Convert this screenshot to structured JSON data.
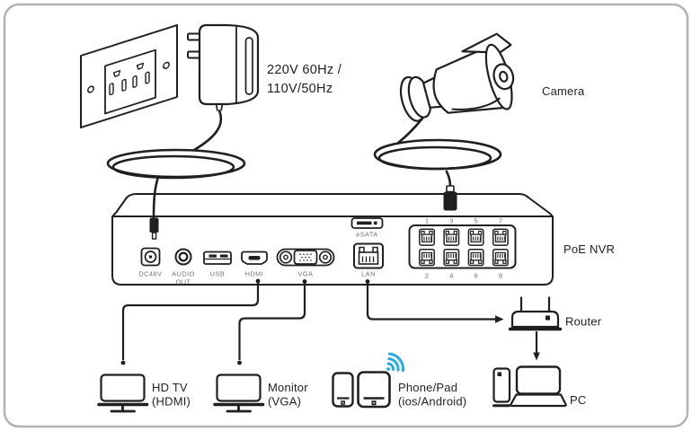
{
  "diagram": {
    "power": {
      "spec_line1": "220V 60Hz /",
      "spec_line2": "110V/50Hz"
    },
    "camera": {
      "label": "Camera"
    },
    "nvr": {
      "label": "PoE NVR",
      "ports": {
        "esata": "eSATA",
        "dc": "DC48V",
        "audio_line1": "AUDIO",
        "audio_line2": "OUT",
        "usb": "USB",
        "hdmi": "HDMI",
        "vga": "VGA",
        "lan": "LAN"
      },
      "poe_numbers_top": [
        "1",
        "3",
        "5",
        "7"
      ],
      "poe_numbers_bottom": [
        "2",
        "4",
        "6",
        "8"
      ]
    },
    "devices": {
      "hdtv": {
        "line1": "HD TV",
        "line2": "(HDMI)"
      },
      "monitor": {
        "line1": "Monitor",
        "line2": "(VGA)"
      },
      "phone": {
        "line1": "Phone/Pad",
        "line2": "(ios/Android)"
      },
      "router": {
        "label": "Router"
      },
      "pc": {
        "label": "PC"
      }
    },
    "colors": {
      "ink": "#1f1f1f",
      "port_label_gray": "#6f6f6f",
      "wifi_blue": "#29abe2",
      "frame_border": "#b3b3b3"
    }
  }
}
